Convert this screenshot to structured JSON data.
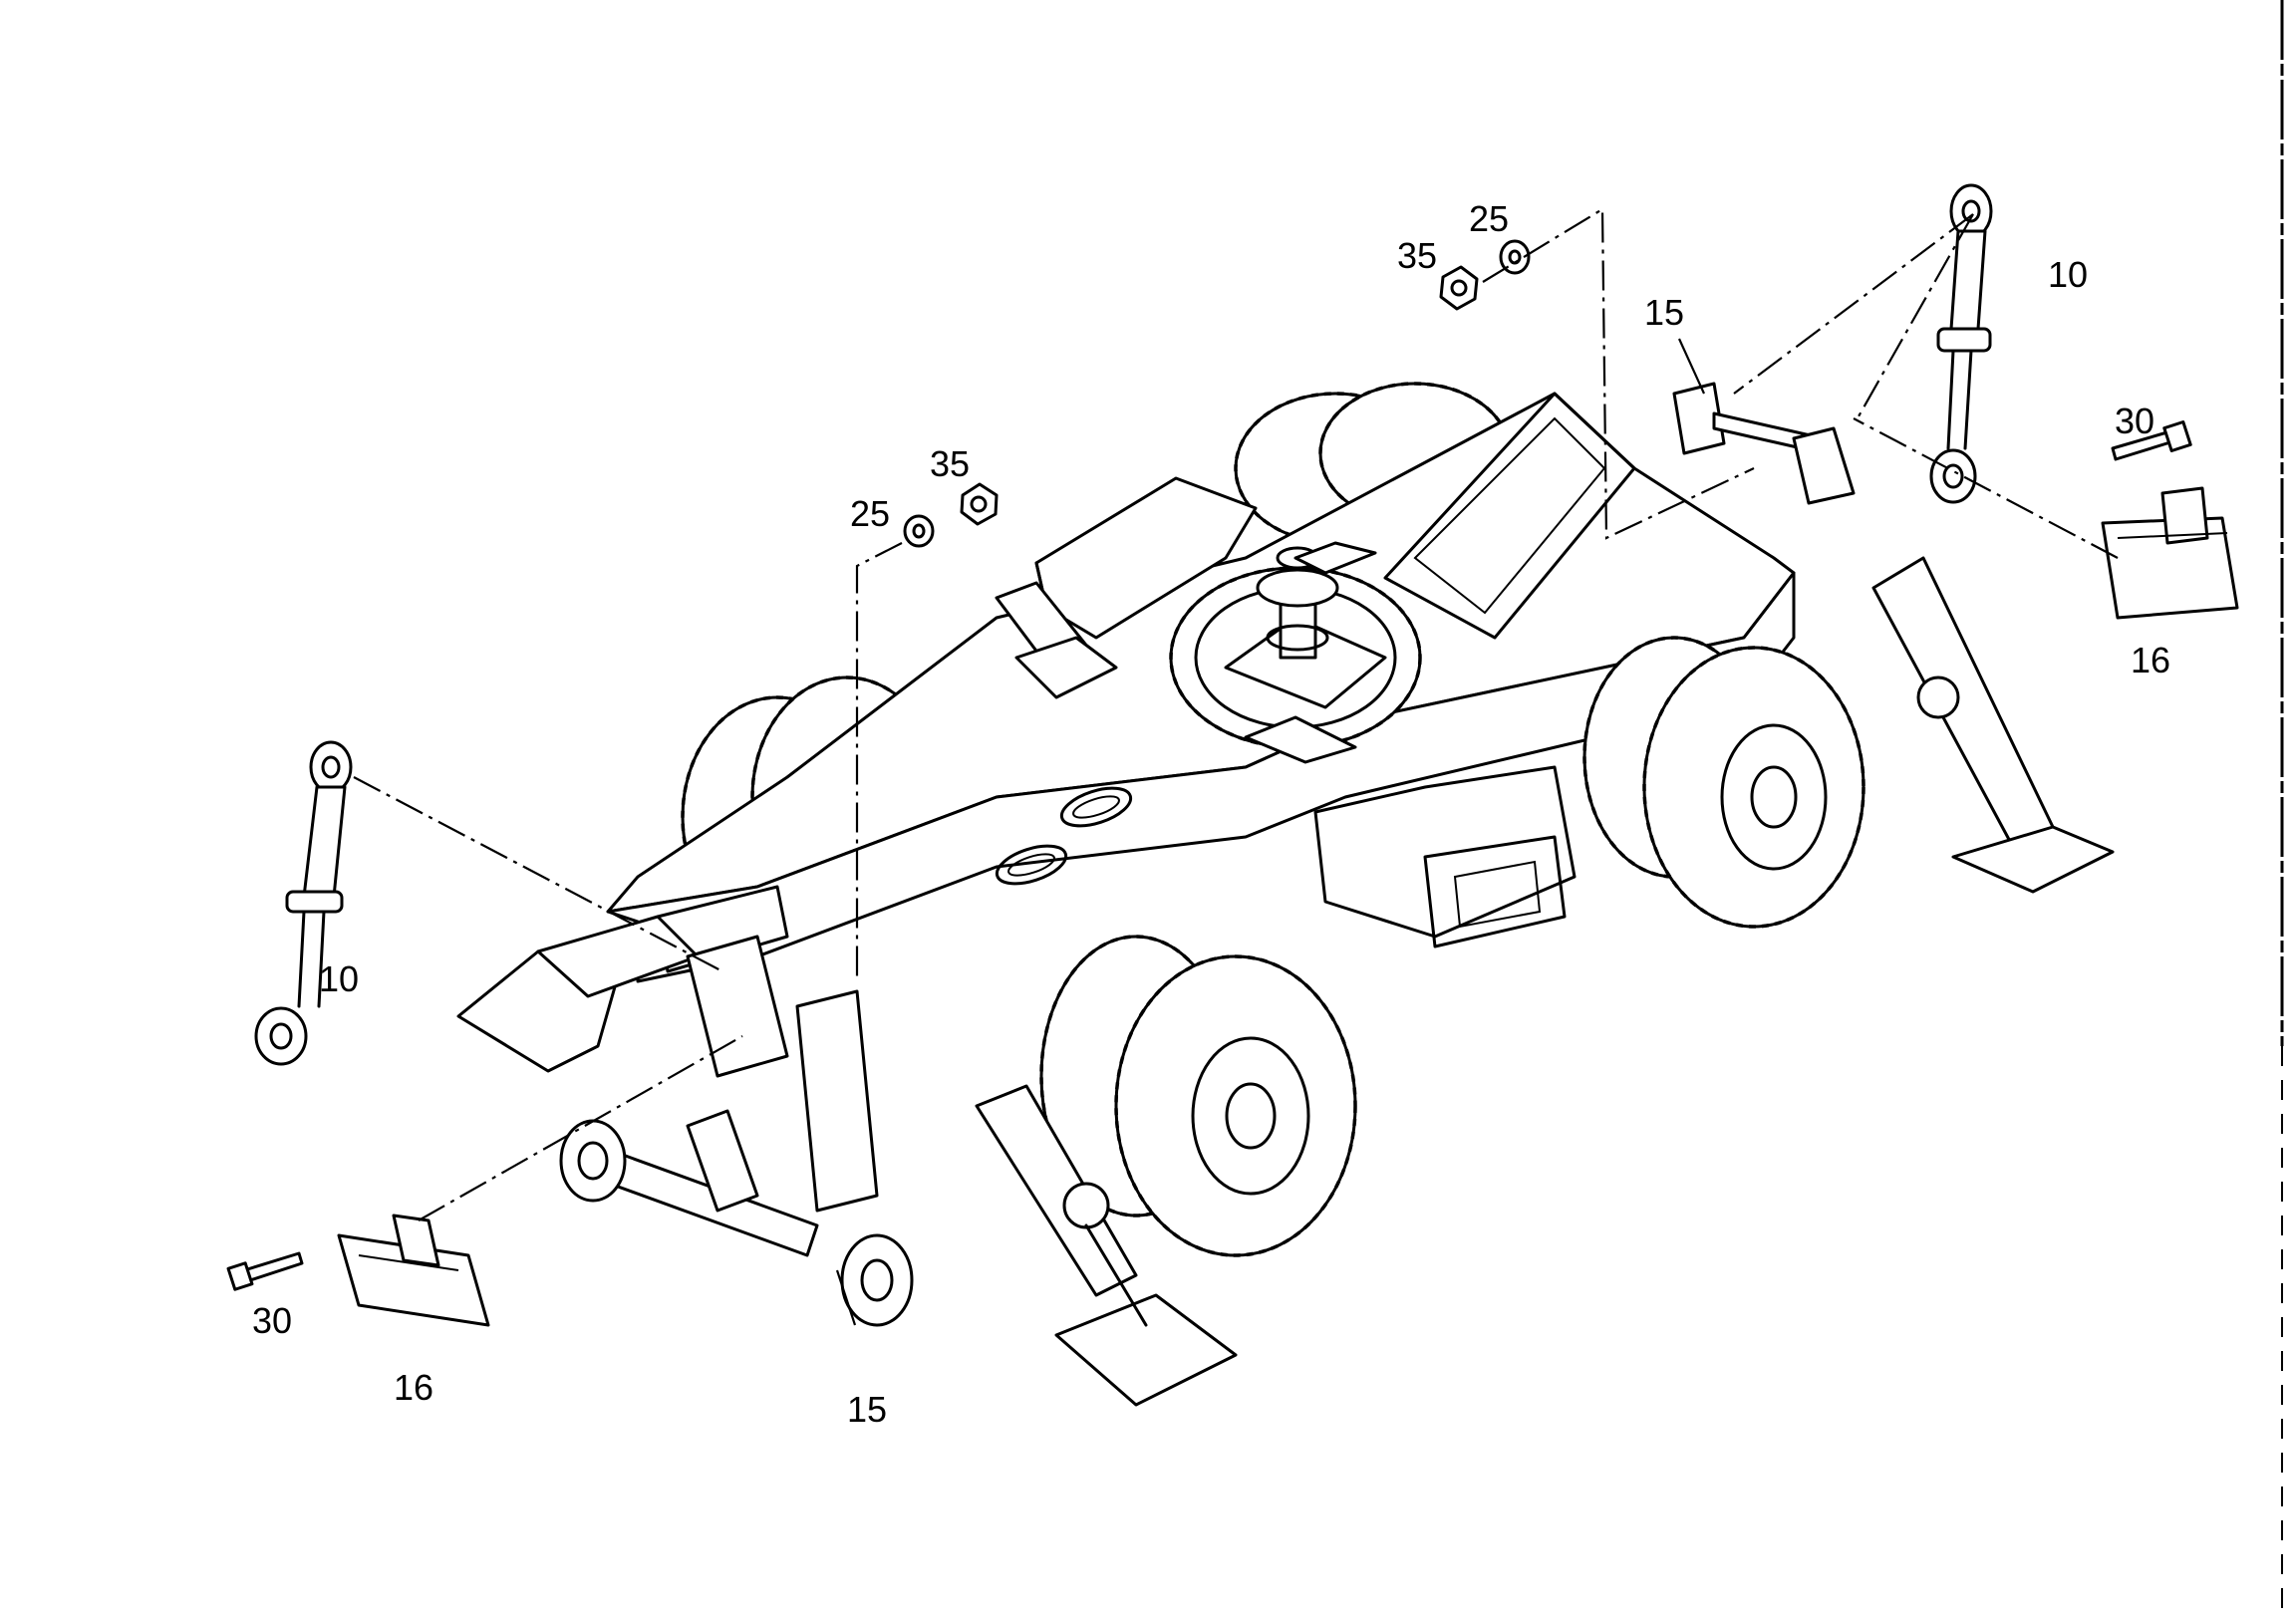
{
  "callouts": {
    "shock_left": "10",
    "shock_right": "10",
    "bracket_center": "15",
    "bracket_top": "15",
    "lamp_left": "16",
    "lamp_right": "16",
    "washer_center": "25",
    "washer_top": "25",
    "bolt_left": "30",
    "bolt_right": "30",
    "nut_center": "35",
    "nut_top": "35"
  }
}
